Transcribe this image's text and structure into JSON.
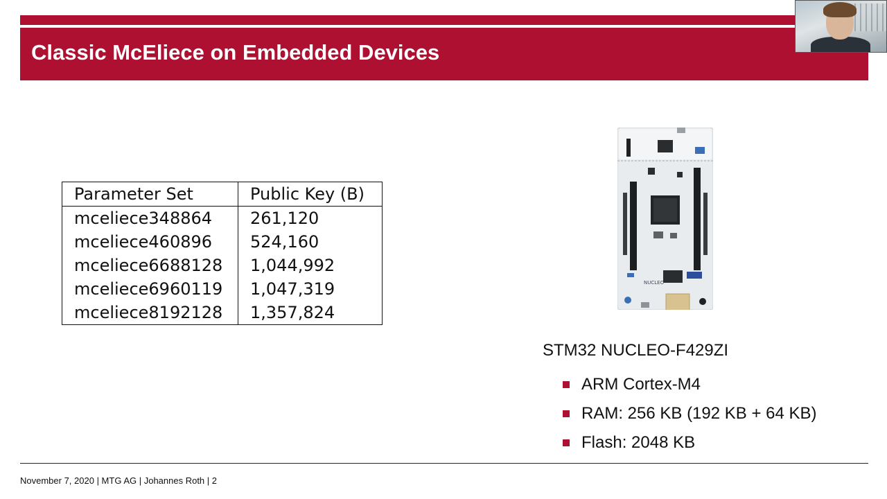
{
  "slide": {
    "title": "Classic McEliece on Embedded Devices",
    "accent_color": "#ad1030"
  },
  "table": {
    "headers": [
      "Parameter Set",
      "Public Key (B)"
    ],
    "rows": [
      [
        "mceliece348864",
        "261,120"
      ],
      [
        "mceliece460896",
        "524,160"
      ],
      [
        "mceliece6688128",
        "1,044,992"
      ],
      [
        "mceliece6960119",
        "1,047,319"
      ],
      [
        "mceliece8192128",
        "1,357,824"
      ]
    ]
  },
  "board": {
    "image_icon": "nucleo-board-image",
    "name": "STM32 NUCLEO-F429ZI",
    "specs": [
      "ARM Cortex-M4",
      "RAM: 256 KB (192 KB + 64 KB)",
      "Flash: 2048 KB"
    ]
  },
  "footer": {
    "text": "November 7, 2020 | MTG AG | Johannes Roth | 2"
  }
}
